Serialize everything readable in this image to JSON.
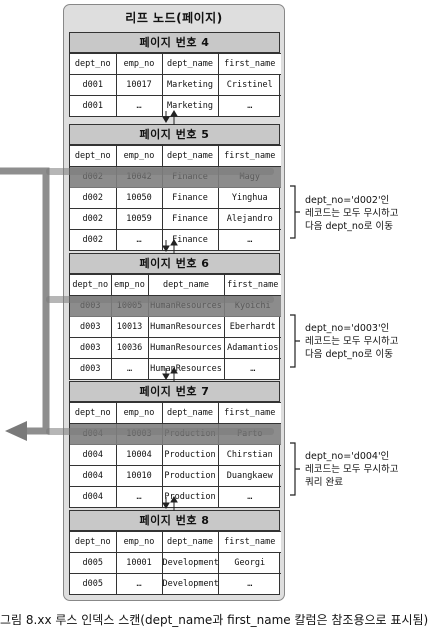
{
  "outer_title": "리프 노드(페이지)",
  "columns": [
    "dept_no",
    "emp_no",
    "dept_name",
    "first_name"
  ],
  "pages": [
    {
      "title": "페이지 번호 4",
      "rows": [
        [
          "d001",
          "10017",
          "Marketing",
          "Cristinel"
        ],
        [
          "d001",
          "…",
          "Marketing",
          "…"
        ]
      ],
      "skipped_rows": []
    },
    {
      "title": "페이지 번호 5",
      "rows": [
        [
          "d002",
          "10042",
          "Finance",
          "Magy"
        ],
        [
          "d002",
          "10050",
          "Finance",
          "Yinghua"
        ],
        [
          "d002",
          "10059",
          "Finance",
          "Alejandro"
        ],
        [
          "d002",
          "…",
          "Finance",
          "…"
        ]
      ],
      "skipped_rows": [
        0
      ]
    },
    {
      "title": "페이지 번호 6",
      "rows": [
        [
          "d003",
          "10005",
          "HumanResources",
          "Kyoichi"
        ],
        [
          "d003",
          "10013",
          "HumanResources",
          "Eberhardt"
        ],
        [
          "d003",
          "10036",
          "HumanResources",
          "Adamantios"
        ],
        [
          "d003",
          "…",
          "HumanResources",
          "…"
        ]
      ],
      "skipped_rows": [
        0
      ]
    },
    {
      "title": "페이지 번호 7",
      "rows": [
        [
          "d004",
          "10003",
          "Production",
          "Parto"
        ],
        [
          "d004",
          "10004",
          "Production",
          "Chirstian"
        ],
        [
          "d004",
          "10010",
          "Production",
          "Duangkaew"
        ],
        [
          "d004",
          "…",
          "Production",
          "…"
        ]
      ],
      "skipped_rows": [
        0
      ]
    },
    {
      "title": "페이지 번호 8",
      "rows": [
        [
          "d005",
          "10001",
          "Development",
          "Georgi"
        ],
        [
          "d005",
          "…",
          "Development",
          "…"
        ]
      ],
      "skipped_rows": []
    }
  ],
  "notes": [
    "dept_no='d002'인\n레코드는 모두 무시하고\n다음 dept_no로 이동",
    "dept_no='d003'인\n레코드는 모두 무시하고\n다음 dept_no로 이동",
    "dept_no='d004'인\n레코드는 모두 무시하고\n쿼리 완료"
  ],
  "caption": "그림 8.xx 루스 인덱스 스캔(dept_name과 first_name 칼럼은 참조용으로 표시됨)",
  "colors": {
    "scan_arrow": "#7a7a7a",
    "skipped_row": "#8c8c8c",
    "page_header": "#c8c8c8",
    "outer_box": "#dedede"
  }
}
